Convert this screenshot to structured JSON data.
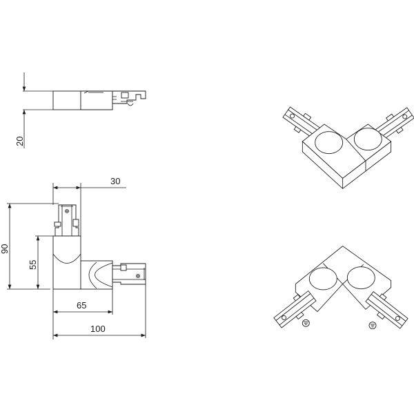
{
  "dimensions": {
    "height": "20",
    "connector_width": "30",
    "total_length_vertical": "90",
    "arm_length_vertical": "55",
    "arm_length_horizontal": "65",
    "total_length_horizontal": "100"
  },
  "colors": {
    "line": "#1a1a1a",
    "background": "#ffffff"
  }
}
